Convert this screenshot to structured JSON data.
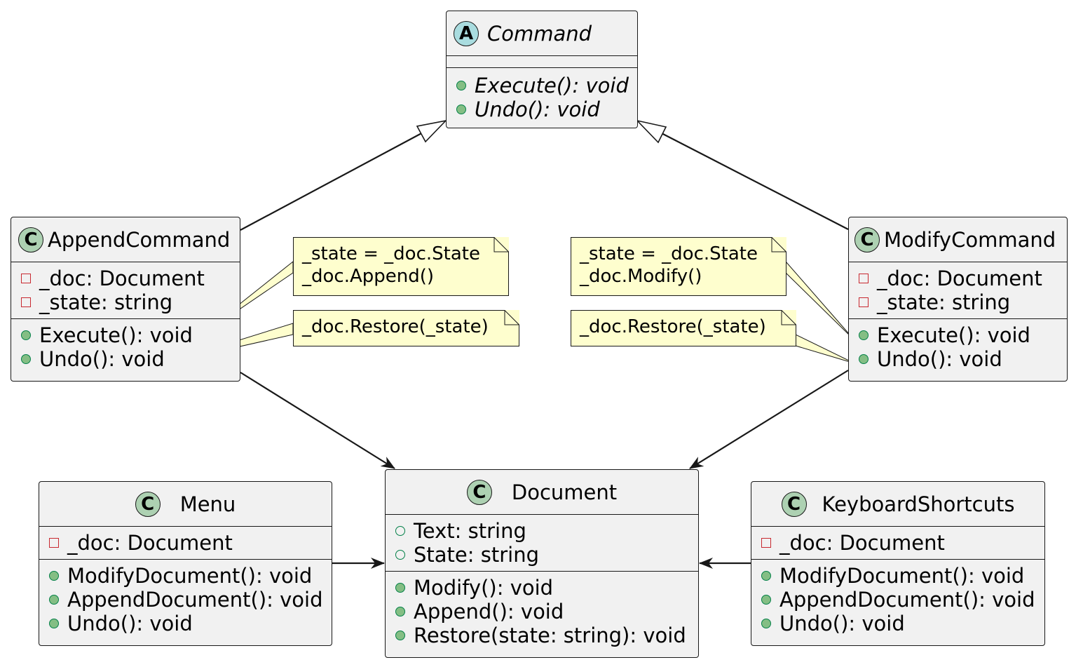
{
  "colors": {
    "class_fill": "#f1f1f1",
    "class_badge": "#add1b2",
    "abstract_badge": "#a9dcdf",
    "note_fill": "#fefece",
    "public_marker": "#84be84",
    "private_marker": "#c82930",
    "line": "#181818"
  },
  "command": {
    "badge": "A",
    "name": "Command",
    "methods": [
      "Execute(): void",
      "Undo(): void"
    ]
  },
  "append_command": {
    "badge": "C",
    "name": "AppendCommand",
    "fields": [
      "_doc: Document",
      "_state: string"
    ],
    "methods": [
      "Execute(): void",
      "Undo(): void"
    ]
  },
  "modify_command": {
    "badge": "C",
    "name": "ModifyCommand",
    "fields": [
      "_doc: Document",
      "_state: string"
    ],
    "methods": [
      "Execute(): void",
      "Undo(): void"
    ]
  },
  "document": {
    "badge": "C",
    "name": "Document",
    "fields": [
      "Text: string",
      "State: string"
    ],
    "methods": [
      "Modify(): void",
      "Append(): void",
      "Restore(state: string): void"
    ]
  },
  "menu": {
    "badge": "C",
    "name": "Menu",
    "fields": [
      "_doc: Document"
    ],
    "methods": [
      "ModifyDocument(): void",
      "AppendDocument(): void",
      "Undo(): void"
    ]
  },
  "keyboard_shortcuts": {
    "badge": "C",
    "name": "KeyboardShortcuts",
    "fields": [
      "_doc: Document"
    ],
    "methods": [
      "ModifyDocument(): void",
      "AppendDocument(): void",
      "Undo(): void"
    ]
  },
  "notes": {
    "append_execute": [
      "_state = _doc.State",
      "_doc.Append()"
    ],
    "append_undo": [
      "_doc.Restore(_state)"
    ],
    "modify_execute": [
      "_state = _doc.State",
      "_doc.Modify()"
    ],
    "modify_undo": [
      "_doc.Restore(_state)"
    ]
  }
}
